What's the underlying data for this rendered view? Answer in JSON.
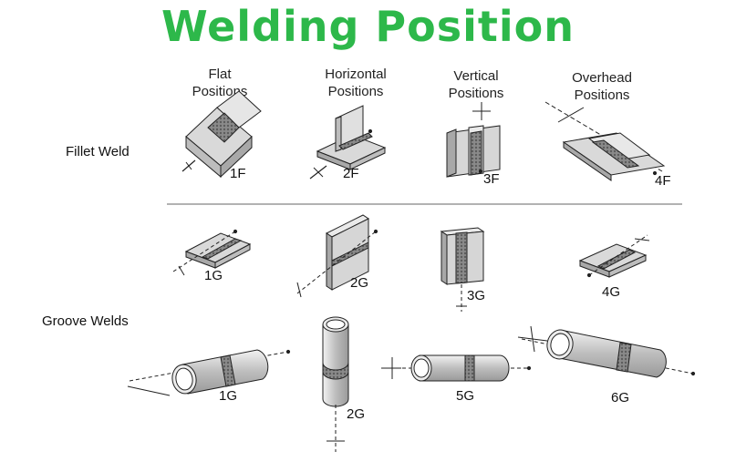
{
  "title": "Welding Position",
  "columns": [
    {
      "line1": "Flat",
      "line2": "Positions"
    },
    {
      "line1": "Horizontal",
      "line2": "Positions"
    },
    {
      "line1": "Vertical",
      "line2": "Positions"
    },
    {
      "line1": "Overhead",
      "line2": "Positions"
    }
  ],
  "rows": {
    "fillet": "Fillet Weld",
    "groove": "Groove Welds"
  },
  "fillet_codes": [
    "1F",
    "2F",
    "3F",
    "4F"
  ],
  "groove_plate_codes": [
    "1G",
    "2G",
    "3G",
    "4G"
  ],
  "groove_pipe_codes": [
    "1G",
    "2G",
    "5G",
    "6G"
  ],
  "colors": {
    "title": "#2db84a",
    "metal": "#c8c8c8",
    "weld": "#8a8a8a",
    "line": "#222222"
  }
}
